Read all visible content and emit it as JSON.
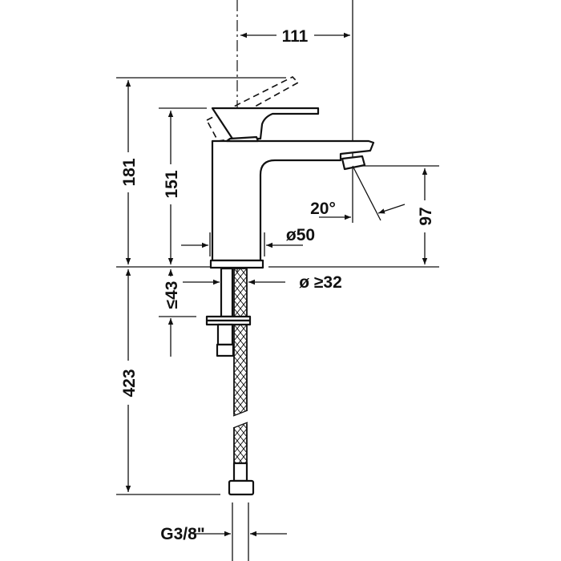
{
  "drawing": {
    "title": "Single lever basin mixer dimension drawing",
    "dimensions": {
      "spout_reach": "111",
      "total_height_lever_open": "181",
      "height": "151",
      "spout_height": "97",
      "spout_angle": "20°",
      "body_diameter": "ø50",
      "hole_diameter": "ø ≥32",
      "max_deck_thickness": "≤43",
      "hose_length": "423",
      "connection_thread": "G3/8\""
    },
    "colors": {
      "ink": "#111111",
      "background": "#ffffff"
    }
  }
}
